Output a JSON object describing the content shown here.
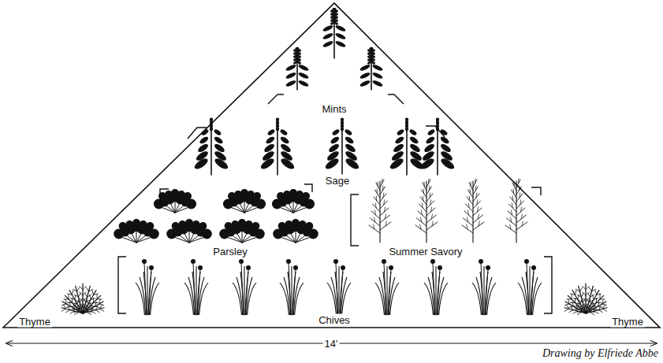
{
  "diagram": {
    "caption": "Drawing by Elfriede Abbe",
    "labels": [
      "Mints",
      "Sage",
      "Parsley",
      "Summer Savory",
      "Chives",
      "Thyme",
      "Thyme",
      "14'"
    ]
  }
}
